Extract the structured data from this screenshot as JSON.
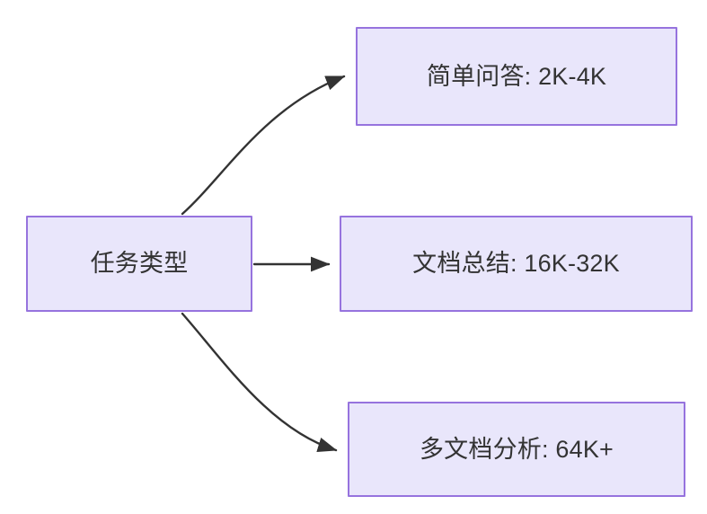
{
  "diagram": {
    "type": "flowchart",
    "direction": "left-to-right",
    "background_color": "#ffffff",
    "node_fill_color": "#e9e6fb",
    "node_border_color": "#9673de",
    "node_text_color": "#333333",
    "edge_color": "#333333",
    "nodes": [
      {
        "id": "root",
        "label": "任务类型",
        "role": "source"
      },
      {
        "id": "simple-qa",
        "label": "简单问答: 2K-4K",
        "role": "target"
      },
      {
        "id": "doc-sum",
        "label": "文档总结: 16K-32K",
        "role": "target"
      },
      {
        "id": "multi-doc",
        "label": "多文档分析: 64K+",
        "role": "target"
      }
    ],
    "edges": [
      {
        "id": "edge-root-simple-qa",
        "from": "root",
        "to": "simple-qa",
        "label": "",
        "style": "curved",
        "arrowhead": "solid-triangle"
      },
      {
        "id": "edge-root-doc-sum",
        "from": "root",
        "to": "doc-sum",
        "label": "",
        "style": "straight",
        "arrowhead": "solid-triangle"
      },
      {
        "id": "edge-root-multi-doc",
        "from": "root",
        "to": "multi-doc",
        "label": "",
        "style": "curved",
        "arrowhead": "solid-triangle"
      }
    ]
  }
}
